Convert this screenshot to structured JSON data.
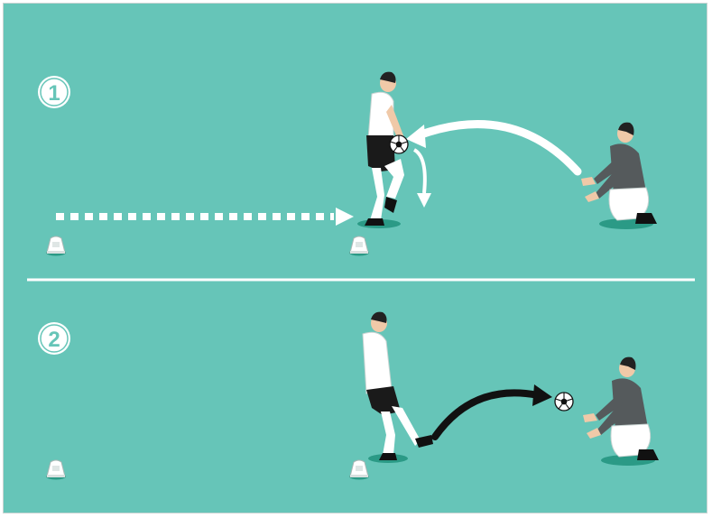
{
  "colors": {
    "field": "#66c5b8",
    "marker_circle": "#ffffff",
    "divider": "#ffffff",
    "arrow_white": "#ffffff",
    "arrow_black": "#111111",
    "player_shirt": "#ffffff",
    "player_shorts": "#1a1a1a",
    "keeper_shirt": "#555a5c",
    "keeper_shorts": "#ffffff",
    "skin": "#f0c9a8",
    "hair": "#222222",
    "shadow": "#2b9a86"
  },
  "steps": [
    {
      "number": "1"
    },
    {
      "number": "2"
    }
  ],
  "icons": [
    "cone-icon",
    "ball-icon",
    "player-figure",
    "goalkeeper-figure",
    "arrow-icon"
  ]
}
